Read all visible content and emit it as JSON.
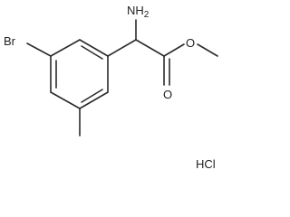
{
  "molecule": {
    "atoms": {
      "amine": "NH2",
      "bromine": "Br",
      "carbonyl_oxygen": "O",
      "ester_oxygen": "O"
    },
    "salt": "HCl"
  }
}
